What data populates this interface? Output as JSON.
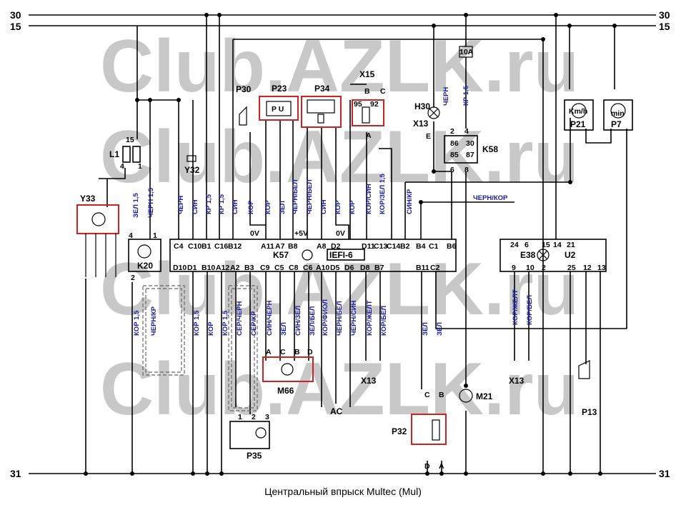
{
  "rails": {
    "top_a": "30",
    "top_b": "15",
    "bottom": "31"
  },
  "watermarks": [
    "Club.AZLK.ru",
    "Club.AZLK.ru",
    "Club.AZLK.ru",
    "Club.AZLK.ru"
  ],
  "components": {
    "p30": "P30",
    "p23": "P23",
    "p34": "P34",
    "x15": "X15",
    "h30": "H30",
    "x13": "X13",
    "k58": "K58",
    "p21": "P21",
    "p7": "P7",
    "l1": "L1",
    "y32": "Y32",
    "y33": "Y33",
    "k20": "K20",
    "k57": "K57",
    "iefi": "IEFI-6",
    "e38": "E38",
    "u2": "U2",
    "m66": "M66",
    "ac": "AC",
    "p35": "P35",
    "p32": "P32",
    "m21": "M21",
    "p13": "P13",
    "fuse": "10A",
    "kmh": "Km/h",
    "min": "min",
    "pu": "P U"
  },
  "volt": {
    "zero": "0V",
    "five": "+5V"
  },
  "k57_top_pins": [
    "C4",
    "C10",
    "B1",
    "C16",
    "B12",
    "A11",
    "A7",
    "B8",
    "A8",
    "D2",
    "D11",
    "C13",
    "C14",
    "B2",
    "B4",
    "C1",
    "B6"
  ],
  "k57_bottom_pins": [
    "D10",
    "D1",
    "B10",
    "A12",
    "A2",
    "B3",
    "C9",
    "C5",
    "C8",
    "C6",
    "A10",
    "D5",
    "D6",
    "D8",
    "B7",
    "B11",
    "C2"
  ],
  "u2_top_pins": [
    "24",
    "6",
    "15",
    "14",
    "21"
  ],
  "u2_bottom_pins": [
    "9",
    "10",
    "2",
    "25",
    "12",
    "13"
  ],
  "wires_top": [
    "ЧЕРН",
    "СИН",
    "КР 1,5",
    "КР 1,5",
    "СИН",
    "КОР",
    "КОР",
    "ЗЕЛ",
    "ЧЕРН/БЕЛ",
    "ЧЕРН/БЕЛ",
    "СИН",
    "КОР",
    "КОР",
    "КОР/СИН",
    "КОР/ЗЕЛ 1,5",
    "СИН/КР"
  ],
  "wires_bottom": [
    "КОР 1,5",
    "ЧЕРН/КР",
    "КОР 1,5",
    "КОР",
    "КОР 1,5",
    "СЕР/ЧЕРН",
    "СЕР/КР",
    "СИН/ЧЕРН",
    "ЗЕЛ",
    "СИН/ЗЕЛ",
    "ЗЕЛ/БЕЛ",
    "КОР/ФИОЛ",
    "ЧЕРН/БЕЛ",
    "ЧЕРН/СИН",
    "КОР/ЖЕЛТ",
    "КОР/БЕЛ",
    "ЗЕЛ",
    "ЗЕЛ"
  ],
  "wires_misc": {
    "l1_a": "ЗЕЛ 1,5",
    "l1_b": "ЧЕРН 1,5",
    "h30": "ЧЕРН",
    "fuse_out": "КР 1,5",
    "e38_a": "КОР/ЖЕЛТ",
    "e38_b": "КОР/БЕЛ",
    "long": "ЧЕРН/КОР"
  },
  "caption": "Центральный впрыск Multec (Mul)"
}
